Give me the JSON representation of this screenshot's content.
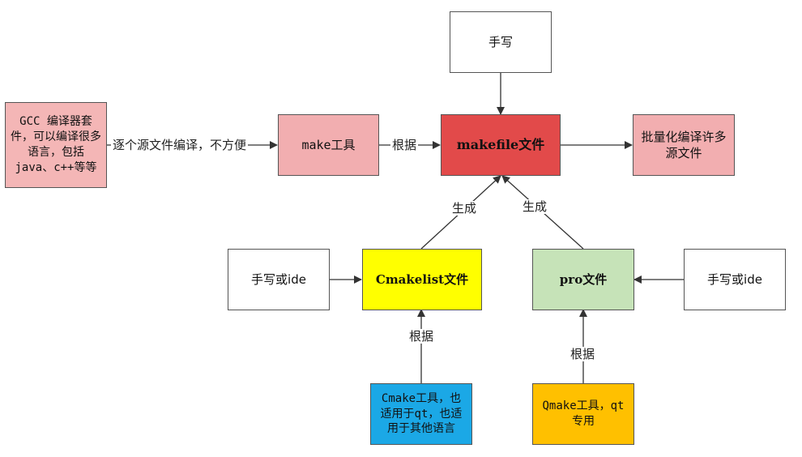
{
  "nodes": {
    "handwrite_top": {
      "label": "手写",
      "fill": "#ffffff"
    },
    "gcc": {
      "label": "GCC 编译器套件，可以编译很多语言，包括java、c++等等",
      "fill": "#f4b6b6"
    },
    "make_tool": {
      "label": "make工具",
      "fill": "#f2aeb0"
    },
    "makefile": {
      "label": "makefile文件",
      "fill": "#e24a4a"
    },
    "batch_compile": {
      "label": "批量化编译许多源文件",
      "fill": "#f2aeb0"
    },
    "handwrite_ide_left": {
      "label": "手写或ide",
      "fill": "#ffffff"
    },
    "cmakelist": {
      "label": "Cmakelist文件",
      "fill": "#ffff00"
    },
    "pro_file": {
      "label": "pro文件",
      "fill": "#c6e3b8"
    },
    "handwrite_ide_right": {
      "label": "手写或ide",
      "fill": "#ffffff"
    },
    "cmake_tool": {
      "label": "Cmake工具，也适用于qt，也适用于其他语言",
      "fill": "#1ba8e6"
    },
    "qmake_tool": {
      "label": "Qmake工具，qt专用",
      "fill": "#ffc000"
    }
  },
  "edges": {
    "gcc_to_make": "逐个源文件编译，不方便",
    "make_to_makefile": "根据",
    "cmakelist_to_makefile": "生成",
    "pro_to_makefile": "生成",
    "cmake_to_cmakelist": "根据",
    "qmake_to_pro": "根据"
  }
}
